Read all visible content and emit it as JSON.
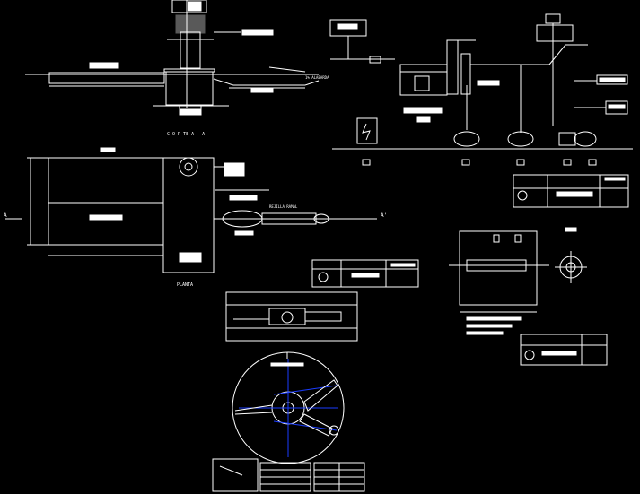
{
  "drawing": {
    "background": "#000000",
    "line_color": "#ffffff",
    "accent_color": "#1a3cff",
    "labels": {
      "section_title": "C O R TE  A - A'",
      "plan_title": "PLANTA",
      "slope_note": "1% ALABARDA",
      "channel_note": "REJILLA RAMAL",
      "elev_a_left": "A",
      "elev_a_right": "A'"
    }
  }
}
